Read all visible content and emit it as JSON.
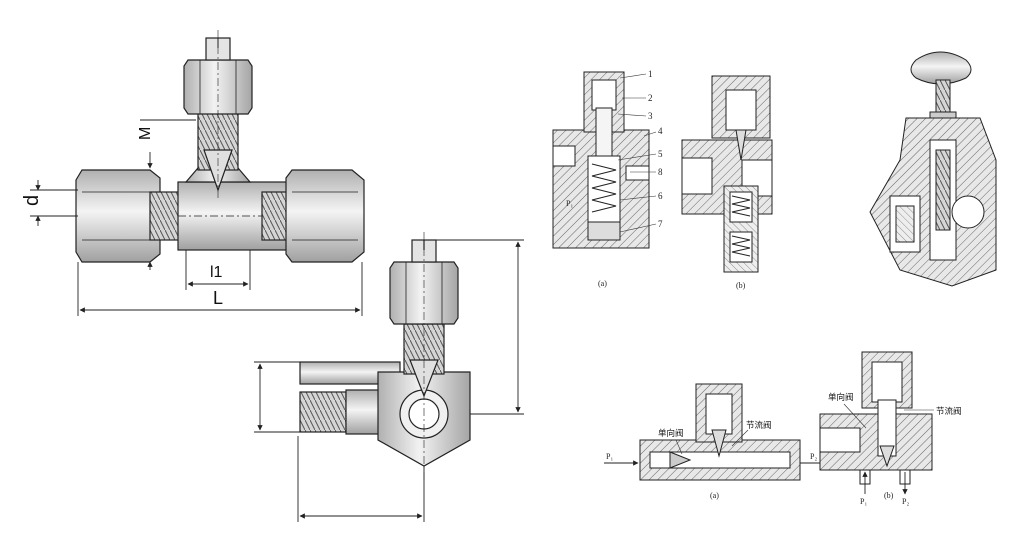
{
  "colors": {
    "metal": "#cfcfcf",
    "metal_dark": "#9a9a9a",
    "ink": "#222222",
    "hatch": "#555555"
  },
  "tee_fitting": {
    "dim_d": "d",
    "dim_M": "M",
    "dim_l1": "l1",
    "dim_L": "L"
  },
  "figure_a": {
    "callouts": [
      "1",
      "2",
      "3",
      "4",
      "5",
      "8",
      "6",
      "7"
    ],
    "label_p1": "P₁",
    "caption": "(a)"
  },
  "figure_b": {
    "caption": "(b)"
  },
  "figure_bottom_a": {
    "check_valve": "单向阀",
    "throttle_valve": "节流阀",
    "label_p1": "P₁",
    "label_p2": "P₂",
    "caption": "(a)"
  },
  "figure_bottom_b": {
    "check_valve": "单向阀",
    "throttle_valve": "节流阀",
    "label_p1": "P₁",
    "label_p2": "P₂",
    "caption": "(b)"
  }
}
